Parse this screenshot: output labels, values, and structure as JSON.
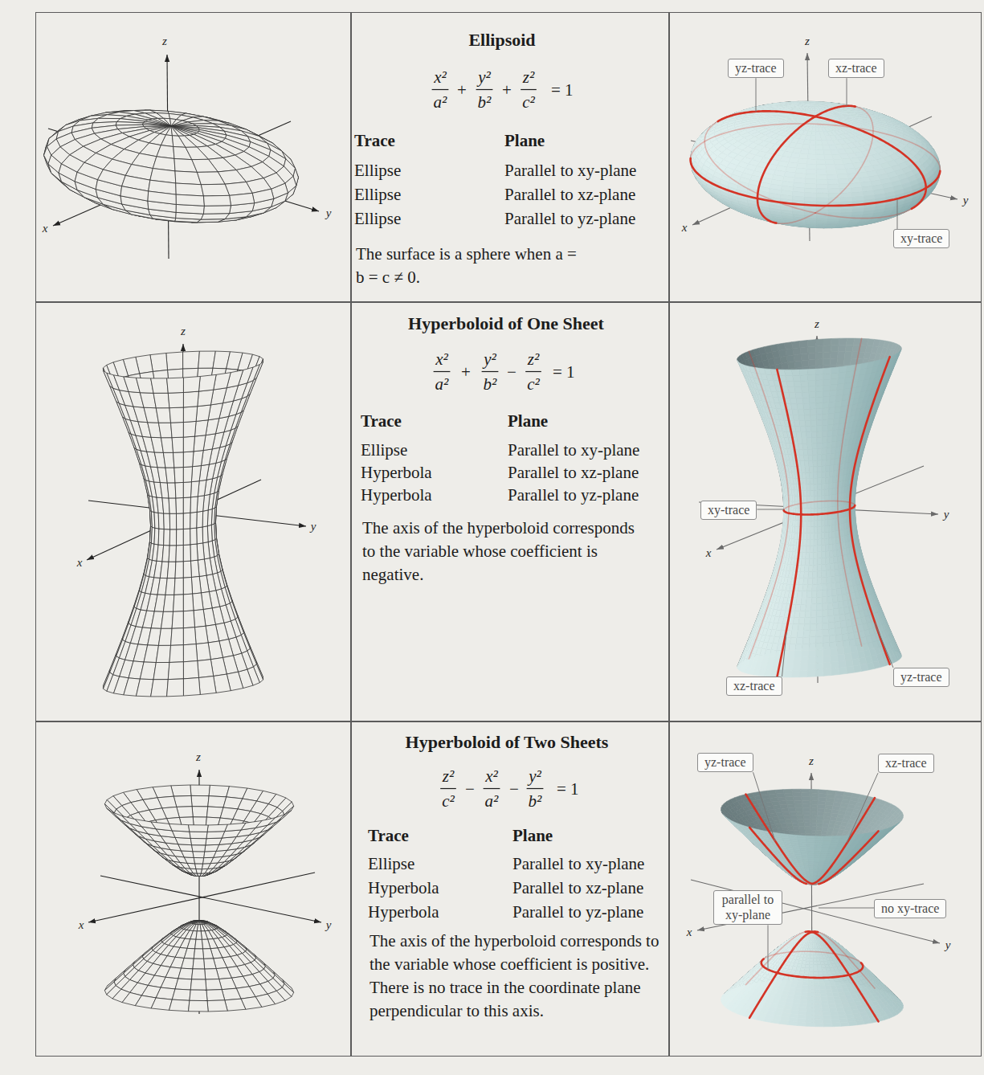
{
  "diagram": {
    "nodes": [
      {
        "text": [
          "z",
          "y",
          "x"
        ]
      },
      {
        "text": [
          "Ellipsoid",
          "x²",
          "a²",
          "+",
          "y²",
          "b²",
          "+",
          "z²",
          "c²",
          "= 1",
          "Trace",
          "Plane",
          "Ellipse",
          "Parallel to xy-plane",
          "Ellipse",
          "Parallel to xz-plane",
          "Ellipse",
          "Parallel to yz-plane",
          "The surface is a sphere when a = b = c ≠ 0."
        ]
      },
      {
        "text": [
          "z",
          "y",
          "x"
        ]
      },
      {
        "text": [
          "yz-trace"
        ],
        "in": 2
      },
      {
        "text": [
          "xz-trace"
        ],
        "in": 2
      },
      {
        "text": [
          "xy-trace"
        ],
        "in": 2
      },
      {
        "text": [
          "z",
          "y",
          "x"
        ]
      },
      {
        "text": [
          "Hyperboloid of One Sheet",
          "x²",
          "a²",
          "+",
          "y²",
          "b²",
          "−",
          "z²",
          "c²",
          "= 1",
          "Trace",
          "Plane",
          "Ellipse",
          "Parallel to xy-plane",
          "Hyperbola",
          "Parallel to xz-plane",
          "Hyperbola",
          "Parallel to yz-plane",
          "The axis of the hyperboloid corresponds to the variable whose coefficient is negative."
        ]
      },
      {
        "text": [
          "z",
          "y",
          "x"
        ]
      },
      {
        "text": [
          "xy-trace"
        ],
        "in": 8
      },
      {
        "text": [
          "xz-trace"
        ],
        "in": 8
      },
      {
        "text": [
          "yz-trace"
        ],
        "in": 8
      },
      {
        "text": [
          "z",
          "y",
          "x"
        ]
      },
      {
        "text": [
          "Hyperboloid of Two Sheets",
          "z²",
          "c²",
          "−",
          "x²",
          "a²",
          "−",
          "y²",
          "b²",
          "= 1",
          "Trace",
          "Plane",
          "Ellipse",
          "Parallel to xy-plane",
          "Hyperbola",
          "Parallel to xz-plane",
          "Hyperbola",
          "Parallel to yz-plane",
          "The axis of the hyperboloid corresponds to the variable whose coefficient is positive. There is no trace in the coordinate plane perpendicular to this axis."
        ]
      },
      {
        "text": [
          "z",
          "y",
          "x"
        ]
      },
      {
        "text": [
          "yz-trace"
        ],
        "in": 14
      },
      {
        "text": [
          "xz-trace"
        ],
        "in": 14
      },
      {
        "text": [
          "parallel to xy-plane"
        ],
        "in": 14
      },
      {
        "text": [
          "no xy-trace"
        ],
        "in": 14
      }
    ]
  }
}
